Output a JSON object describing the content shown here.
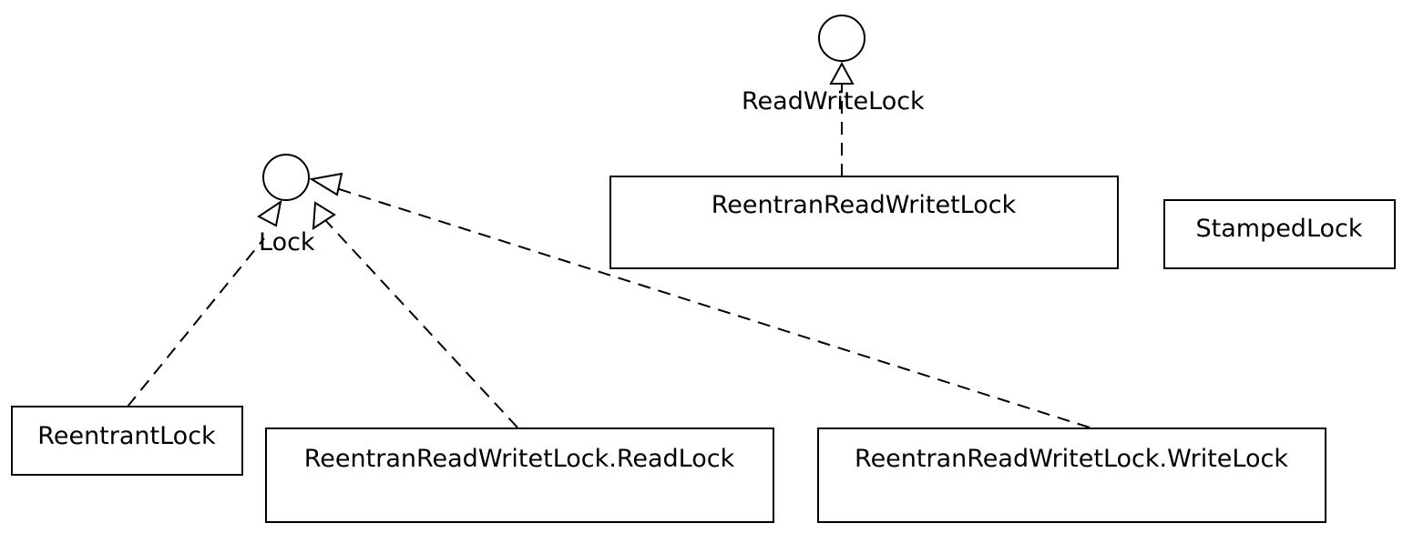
{
  "interfaces": {
    "lock": "Lock",
    "read_write_lock": "ReadWriteLock"
  },
  "classes": {
    "reentrant_lock": "ReentrantLock",
    "read_lock": "ReentranReadWritetLock.ReadLock",
    "write_lock": "ReentranReadWritetLock.WriteLock",
    "reentrant_read_write_lock": "ReentranReadWritetLock",
    "stamped_lock": "StampedLock"
  },
  "relationships": [
    {
      "from": "ReentrantLock",
      "to": "Lock",
      "type": "realization"
    },
    {
      "from": "ReentranReadWritetLock.ReadLock",
      "to": "Lock",
      "type": "realization"
    },
    {
      "from": "ReentranReadWritetLock.WriteLock",
      "to": "Lock",
      "type": "realization"
    },
    {
      "from": "ReentranReadWritetLock",
      "to": "ReadWriteLock",
      "type": "realization"
    }
  ]
}
